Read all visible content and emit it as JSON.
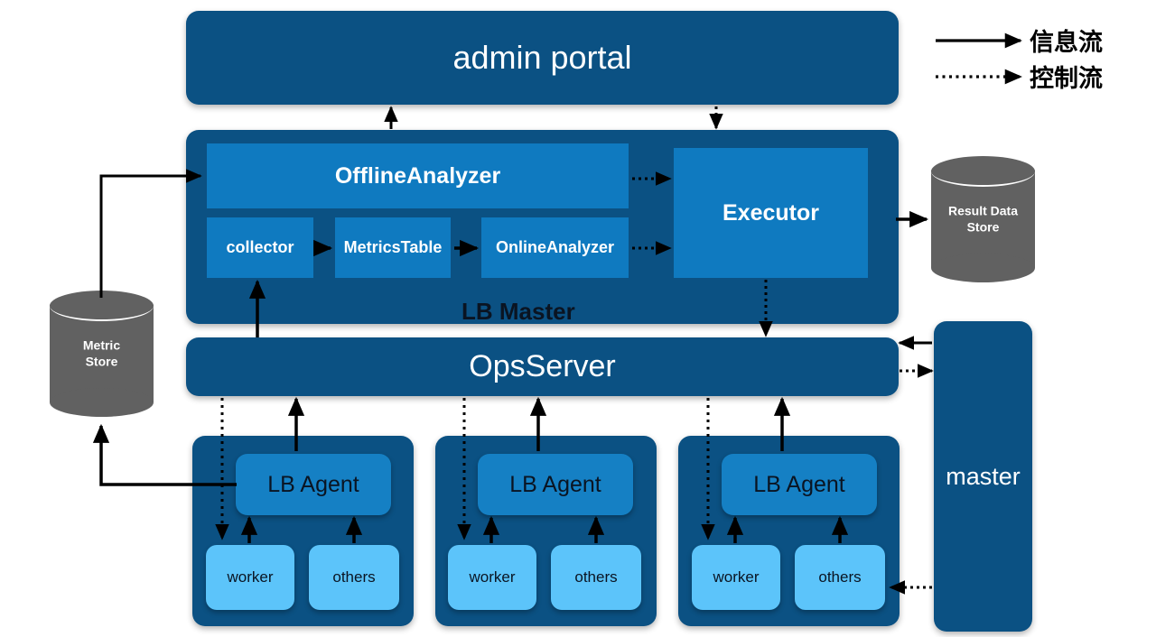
{
  "diagram": {
    "title_nodes": {
      "admin_portal": "admin portal",
      "ops_server": "OpsServer",
      "master": "master",
      "lb_master_label": "LB Master"
    },
    "lb_master": {
      "label": "LB Master",
      "offline_analyzer": "OfflineAnalyzer",
      "executor": "Executor",
      "pipeline": [
        {
          "label": "collector"
        },
        {
          "label": "MetricsTable"
        },
        {
          "label": "OnlineAnalyzer"
        }
      ]
    },
    "data_stores": [
      {
        "name": "metric-store",
        "line1": "Metric",
        "line2": "Store"
      },
      {
        "name": "result-data-store",
        "line1": "Result Data",
        "line2": "Store"
      }
    ],
    "agent_groups": [
      {
        "agent": "LB Agent",
        "children": [
          "worker",
          "others"
        ]
      },
      {
        "agent": "LB Agent",
        "children": [
          "worker",
          "others"
        ]
      },
      {
        "agent": "LB Agent",
        "children": [
          "worker",
          "others"
        ]
      }
    ],
    "legend": [
      {
        "name": "info-flow",
        "style": "solid",
        "label": "信息流"
      },
      {
        "name": "control-flow",
        "style": "dotted",
        "label": "控制流"
      }
    ],
    "colors": {
      "outer_navy": "#0b5183",
      "mid_blue": "#0f7ac0",
      "agent_blue": "#1580c4",
      "leaf_blue": "#5cc4fa",
      "store_gray": "#616161",
      "arrow_black": "#000000",
      "text_white": "#ffffff",
      "text_navy": "#0a1422",
      "background": "#ffffff"
    }
  }
}
